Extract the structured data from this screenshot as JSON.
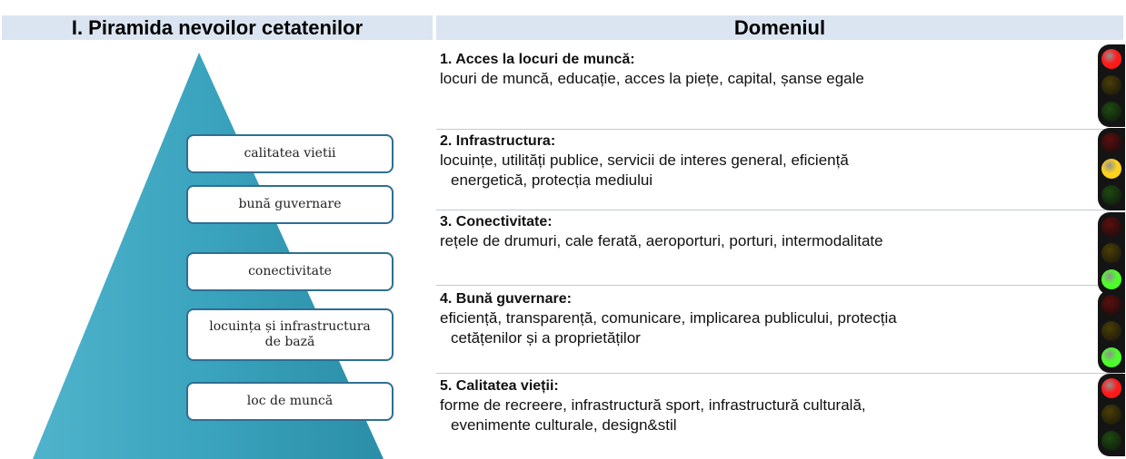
{
  "header": {
    "left_title": "I. Piramida nevoilor cetatenilor",
    "right_title": "Domeniul"
  },
  "pyramid": {
    "levels": [
      {
        "lines": [
          "calitatea vietii"
        ]
      },
      {
        "lines": [
          "bună guvernare"
        ]
      },
      {
        "lines": [
          "conectivitate"
        ]
      },
      {
        "lines": [
          "locuința și infrastructura",
          "de bază"
        ]
      },
      {
        "lines": [
          "loc de muncă"
        ]
      }
    ],
    "color": "#3aa3bd"
  },
  "domains": [
    {
      "title": "1. Acces la locuri de muncă:",
      "desc": [
        "locuri de muncă, educație, acces la piețe, capital, șanse egale"
      ],
      "lights": [
        "red",
        "off",
        "off"
      ]
    },
    {
      "title": "2. Infrastructura:",
      "desc": [
        "locuințe, utilități publice, servicii de interes general, eficiență",
        "energetică, protecția mediului"
      ],
      "lights": [
        "off",
        "yellow",
        "off"
      ]
    },
    {
      "title": "3. Conectivitate:",
      "desc": [
        "rețele de drumuri, cale ferată, aeroporturi, porturi, intermodalitate"
      ],
      "lights": [
        "off",
        "off",
        "green"
      ]
    },
    {
      "title": "4. Bună guvernare:",
      "desc": [
        "eficiență, transparență, comunicare, implicarea publicului, protecția",
        "cetățenilor și a proprietăților"
      ],
      "lights": [
        "off",
        "off",
        "green"
      ]
    },
    {
      "title": "5. Calitatea vieții:",
      "desc": [
        "forme de recreere, infrastructură sport, infrastructură culturală,",
        "evenimente culturale, design&stil"
      ],
      "lights": [
        "red",
        "off",
        "off"
      ]
    }
  ],
  "colors": {
    "header_bg": "#dbe5f1",
    "red": "#ff1a1a",
    "red_off": "#5a0f0f",
    "yellow": "#ffd21e",
    "yellow_off": "#4a3e08",
    "green": "#4dff2a",
    "green_off": "#1e4a12"
  }
}
